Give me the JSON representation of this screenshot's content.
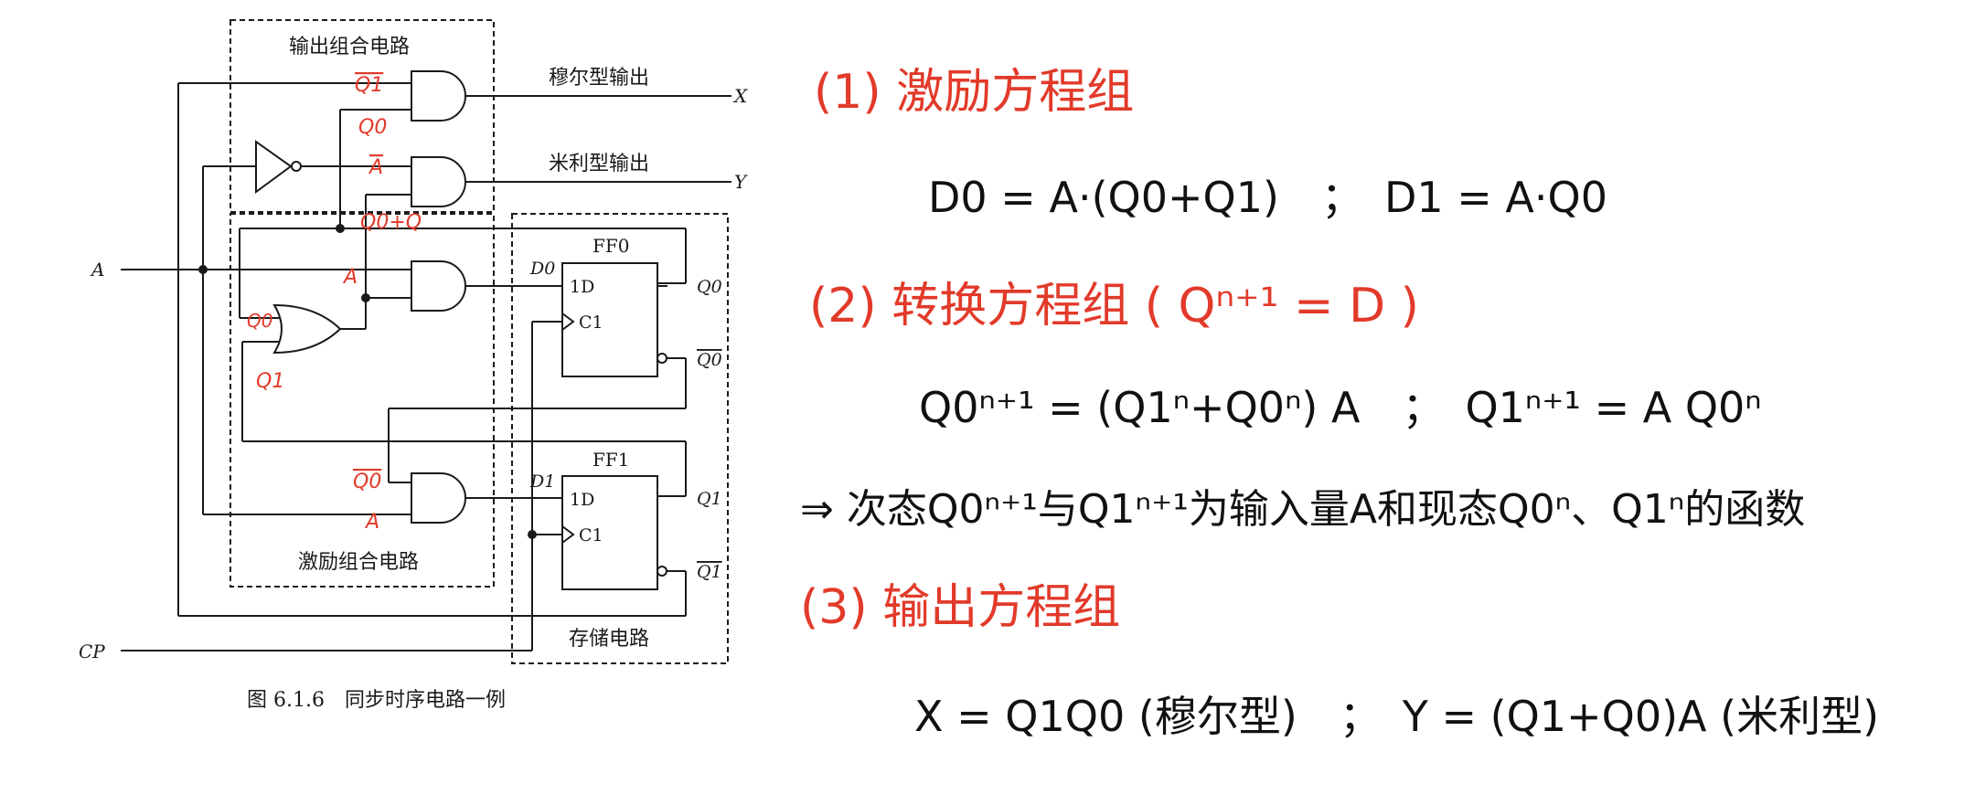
{
  "circuit": {
    "labels": {
      "output_logic": "输出组合电路",
      "moore_output": "穆尔型输出",
      "mealy_output": "米利型输出",
      "excitation_logic": "激励组合电路",
      "memory": "存储电路",
      "ff0": "FF0",
      "ff1": "FF1",
      "input_a": "A",
      "clock": "CP",
      "out_x": "X",
      "out_y": "Y",
      "d0": "D0",
      "d1": "D1",
      "q0": "Q0",
      "q0_bar": "Q0",
      "q1": "Q1",
      "q1_bar": "Q1",
      "pin_1d": "1D",
      "pin_c1": "C1",
      "caption": "图 6.1.6　同步时序电路一例"
    },
    "annotations": {
      "q1_bar": "Q1",
      "q0": "Q0",
      "a_bar": "A",
      "q0_plus_q1": "Q0+Q",
      "a": "A",
      "or_q0": "Q0",
      "or_q1": "Q1",
      "and2_q0_bar": "Q0",
      "and2_a": "A"
    }
  },
  "notes": [
    {
      "text": "(1) 激励方程组",
      "color": "#e23a2a"
    },
    {
      "text": "D0 = A·(Q0+Q1)　；　D1 = A·Q0",
      "color": "#111111"
    },
    {
      "text": "(2) 转换方程组 ( Qⁿ⁺¹ = D )",
      "color": "#e23a2a"
    },
    {
      "text": "Q0ⁿ⁺¹ = (Q1ⁿ+Q0ⁿ) A　；　Q1ⁿ⁺¹ = A Q0ⁿ",
      "color": "#111111"
    },
    {
      "text": "⇒ 次态Q0ⁿ⁺¹与Q1ⁿ⁺¹为输入量A和现态Q0ⁿ、Q1ⁿ的函数",
      "color": "#111111"
    },
    {
      "text": "(3) 输出方程组",
      "color": "#e23a2a"
    },
    {
      "text": "X = Q1Q0 (穆尔型)　；　Y = (Q1+Q0)A (米利型)",
      "color": "#111111"
    }
  ]
}
